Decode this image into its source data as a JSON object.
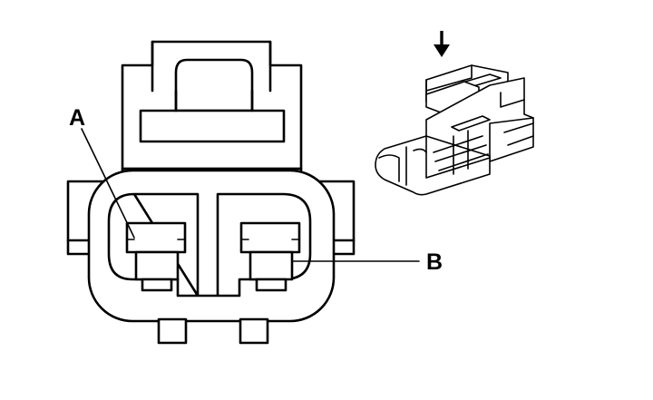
{
  "diagram": {
    "pin_labels": [
      {
        "id": "A",
        "text": "A"
      },
      {
        "id": "B",
        "text": "B"
      }
    ],
    "indicator": "down-arrow-icon"
  }
}
